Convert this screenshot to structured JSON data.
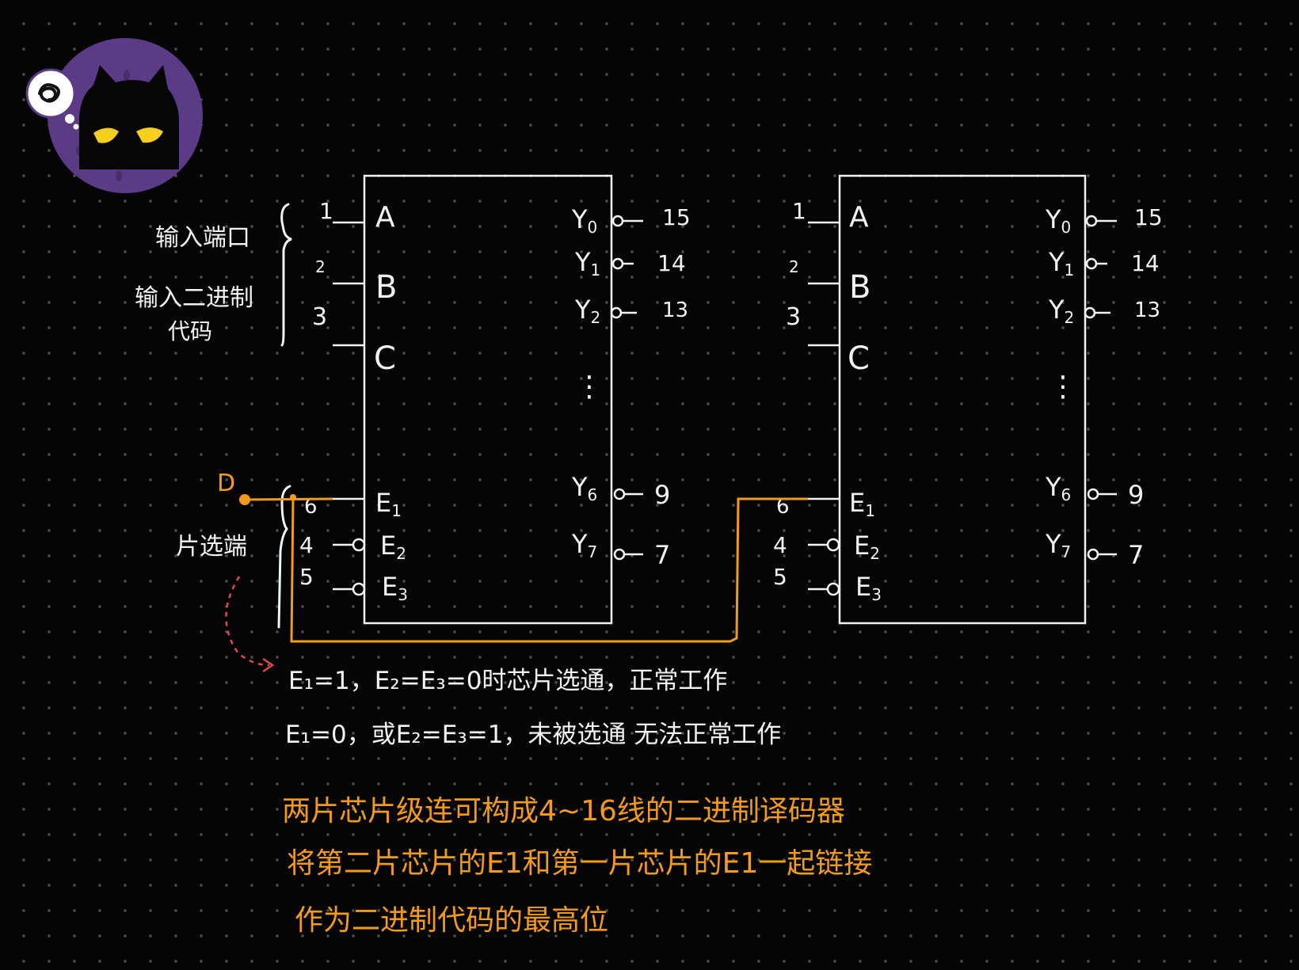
{
  "colors": {
    "background": "#050505",
    "ink": "#f2f2f2",
    "accent": "#f29a1a",
    "arrow": "#e0464b",
    "mascot_circle": "#5b3a86",
    "mascot_eyes": "#f6cf1f"
  },
  "mascot": {
    "icon": "black-cat-icon",
    "thought_icon": "scribble-thought-icon"
  },
  "left_labels": {
    "input_port": "输入端口",
    "input_binary_line1": "输入二进制",
    "input_binary_line2": "代码",
    "chip_select": "片选端"
  },
  "chips": [
    {
      "inputs": [
        {
          "pin": "1",
          "label": "A"
        },
        {
          "pin": "2",
          "label": "B"
        },
        {
          "pin": "3",
          "label": "C"
        }
      ],
      "enables": [
        {
          "pin": "6",
          "label": "E1",
          "sub": "1"
        },
        {
          "pin": "4",
          "label": "E2",
          "sub": "2"
        },
        {
          "pin": "5",
          "label": "E3",
          "sub": "3"
        }
      ],
      "outputs": [
        {
          "label": "Y",
          "sub": "0",
          "pin": "15"
        },
        {
          "label": "Y",
          "sub": "1",
          "pin": "14"
        },
        {
          "label": "Y",
          "sub": "2",
          "pin": "13"
        },
        {
          "label": "Y",
          "sub": "6",
          "pin": "9"
        },
        {
          "label": "Y",
          "sub": "7",
          "pin": "7"
        }
      ],
      "ellipsis": "⋮"
    },
    {
      "inputs": [
        {
          "pin": "1",
          "label": "A"
        },
        {
          "pin": "2",
          "label": "B"
        },
        {
          "pin": "3",
          "label": "C"
        }
      ],
      "enables": [
        {
          "pin": "6",
          "label": "E1",
          "sub": "1"
        },
        {
          "pin": "4",
          "label": "E2",
          "sub": "2"
        },
        {
          "pin": "5",
          "label": "E3",
          "sub": "3"
        }
      ],
      "outputs": [
        {
          "label": "Y",
          "sub": "0",
          "pin": "15"
        },
        {
          "label": "Y",
          "sub": "1",
          "pin": "14"
        },
        {
          "label": "Y",
          "sub": "2",
          "pin": "13"
        },
        {
          "label": "Y",
          "sub": "6",
          "pin": "9"
        },
        {
          "label": "Y",
          "sub": "7",
          "pin": "7"
        }
      ],
      "ellipsis": "⋮"
    }
  ],
  "d_input": "D",
  "notes": {
    "line1": "E₁=1，E₂=E₃=0时芯片选通，正常工作",
    "line2": "E₁=0，或E₂=E₃=1，未被选通 无法正常工作"
  },
  "summary": {
    "line1": "两片芯片级连可构成4~16线的二进制译码器",
    "line2": "将第二片芯片的E1和第一片芯片的E1一起链接",
    "line3": "作为二进制代码的最高位"
  }
}
